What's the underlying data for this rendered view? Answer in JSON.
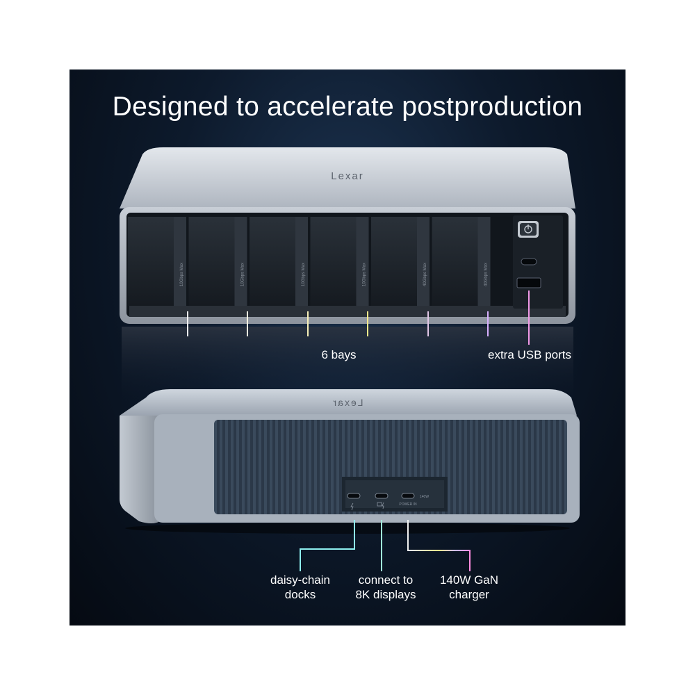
{
  "headline": "Designed to accelerate postproduction",
  "front_view": {
    "brand_logo": "Lexar",
    "bays": [
      {
        "label": "10Gbps Max"
      },
      {
        "label": "10Gbps Max"
      },
      {
        "label": "10Gbps Max"
      },
      {
        "label": "10Gbps Max"
      },
      {
        "label": "40Gbps Max"
      },
      {
        "label": "40Gbps Max"
      }
    ],
    "callouts": {
      "bays": "6 bays",
      "usb": "extra USB ports"
    }
  },
  "rear_view": {
    "power_port_label": "POWER IN",
    "power_rating": "140W",
    "callouts": {
      "daisy_chain": {
        "line1": "daisy-chain",
        "line2": "docks"
      },
      "displays": {
        "line1": "connect to",
        "line2": "8K displays"
      },
      "charger": {
        "line1": "140W GaN",
        "line2": "charger"
      }
    }
  },
  "colors": {
    "background": "#0b1626",
    "chassis": "#b9c0ca",
    "bay_dark": "#20262e",
    "callout_gradient": [
      "#f2f2f2",
      "#ffe98a",
      "#c9b8ff",
      "#ff8ce0"
    ],
    "line_cyan": "#8ff0f0",
    "line_teal": "#9fe8d8",
    "line_gold": "#ffd980",
    "line_pink": "#f2a0f0"
  }
}
